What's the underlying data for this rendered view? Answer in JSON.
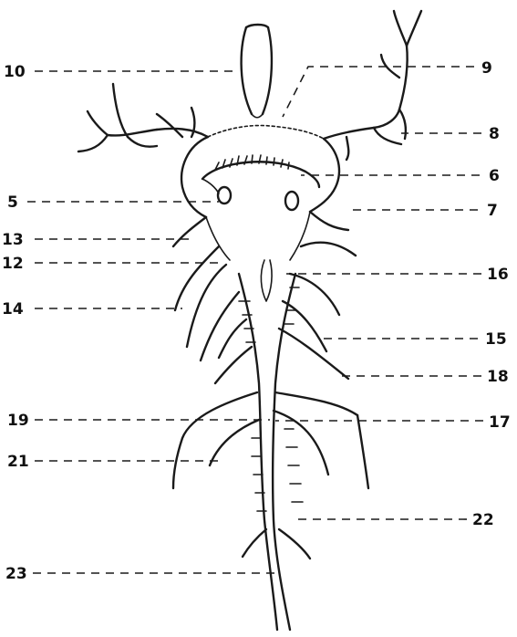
{
  "diagram": {
    "labels": {
      "l10": "10",
      "l9": "9",
      "l8": "8",
      "l6": "6",
      "l5": "5",
      "l7": "7",
      "l13": "13",
      "l12": "12",
      "l16": "16",
      "l14": "14",
      "l15": "15",
      "l18": "18",
      "l19": "19",
      "l17": "17",
      "l21": "21",
      "l22": "22",
      "l23": "23"
    }
  }
}
